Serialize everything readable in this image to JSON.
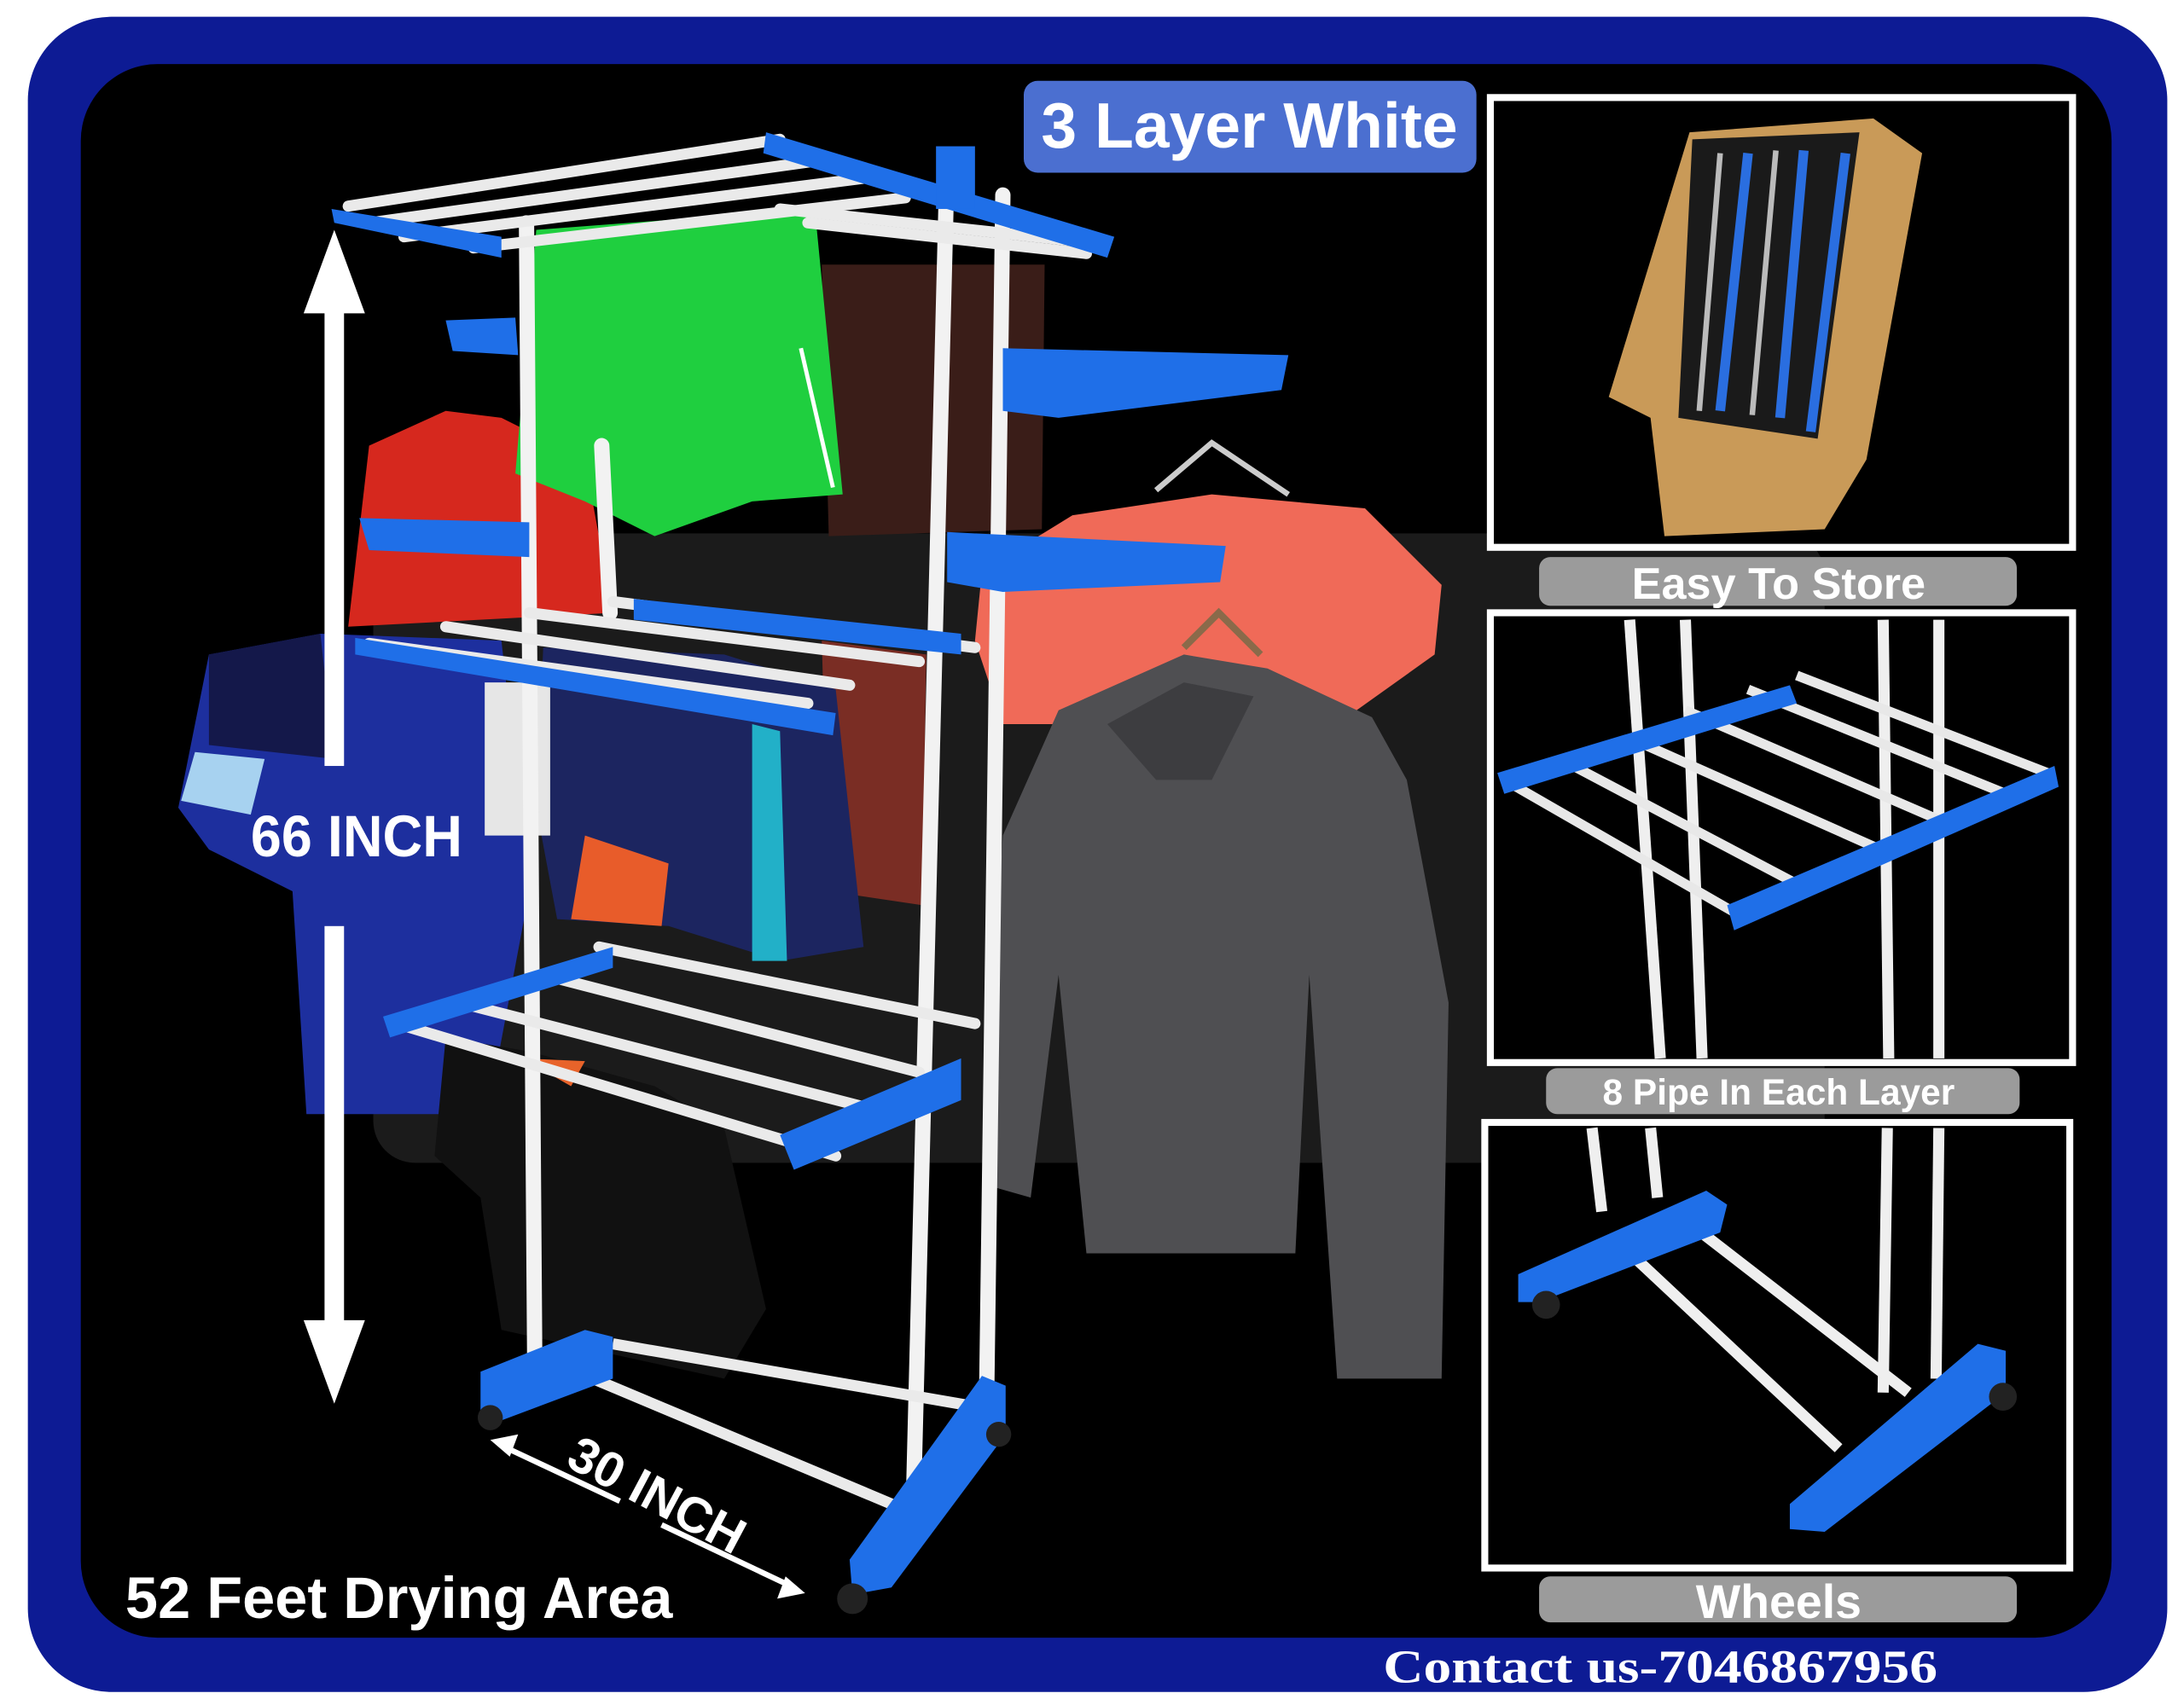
{
  "colors": {
    "frame_blue": "#0d1b94",
    "background": "#000000",
    "rack_blue": "#1f6fe8",
    "title_badge": "#4b6fd0",
    "caption_badge": "#9b9b9b"
  },
  "title_badge": "3 Layer White",
  "dimensions": {
    "height": "66 INCH",
    "width": "30 INCH"
  },
  "drying_area": "52 Feet Drying Area",
  "contact": "Contact us-7046867956",
  "panels": [
    {
      "caption": "Easy To Store"
    },
    {
      "caption": "8 Pipe In Each Layer"
    },
    {
      "caption": "Wheels"
    }
  ],
  "watermark_mark": "®"
}
